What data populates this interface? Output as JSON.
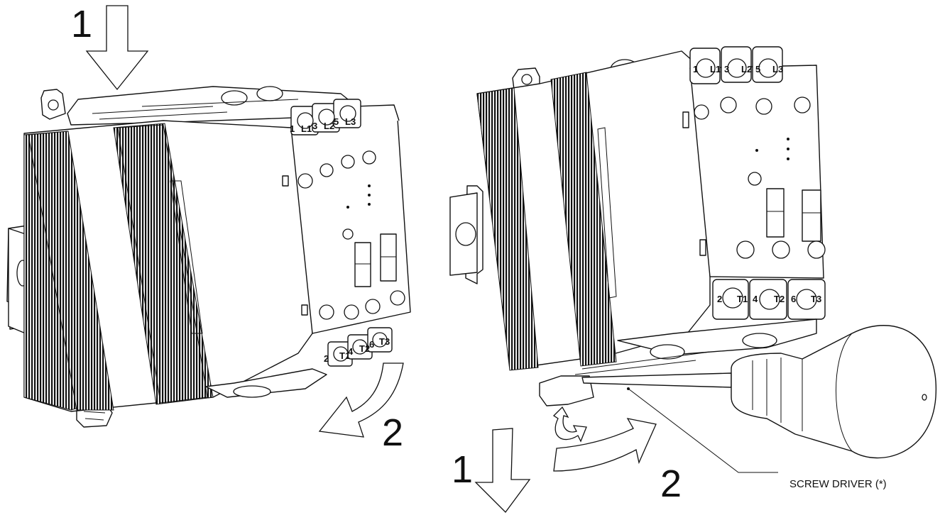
{
  "left_figure": {
    "step_1": "1",
    "step_2": "2",
    "terminals_top": [
      [
        "1",
        "L1"
      ],
      [
        "3",
        "L2"
      ],
      [
        "5",
        "L3"
      ]
    ],
    "terminals_bottom": [
      [
        "2",
        "T1"
      ],
      [
        "4",
        "T2"
      ],
      [
        "6",
        "T3"
      ]
    ]
  },
  "right_figure": {
    "step_1": "1",
    "step_2": "2",
    "terminals_top": [
      [
        "1",
        "L1"
      ],
      [
        "3",
        "L2"
      ],
      [
        "5",
        "L3"
      ]
    ],
    "terminals_bottom": [
      [
        "2",
        "T1"
      ],
      [
        "4",
        "T2"
      ],
      [
        "6",
        "T3"
      ]
    ],
    "callout": "SCREW DRIVER (*)"
  },
  "colors": {
    "line": "#111111",
    "background": "#ffffff",
    "fill": "#ffffff"
  }
}
